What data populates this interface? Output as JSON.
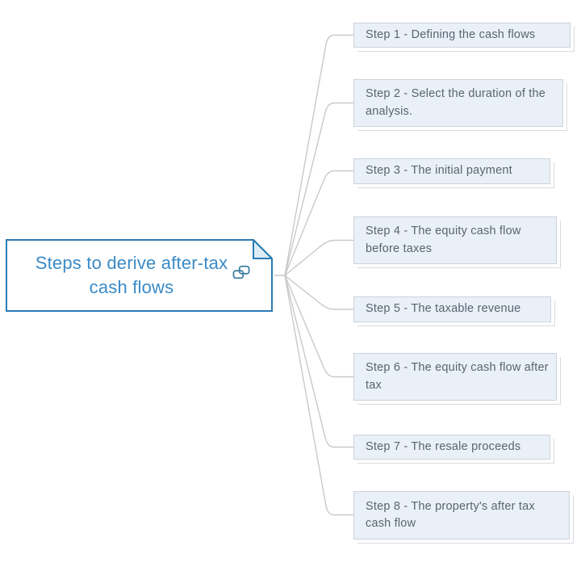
{
  "central_node": {
    "label": "Steps to derive after-tax cash flows",
    "icon": "link-icon"
  },
  "steps": [
    {
      "label": "Step 1 - Defining the cash flows"
    },
    {
      "label": "Step 2 - Select the duration of the analysis."
    },
    {
      "label": "Step 3 - The initial payment"
    },
    {
      "label": "Step 4 - The equity cash flow before taxes"
    },
    {
      "label": "Step 5 - The taxable revenue"
    },
    {
      "label": "Step 6 - The equity cash flow after tax"
    },
    {
      "label": "Step 7 - The resale proceeds"
    },
    {
      "label": "Step 8 - The property's after tax cash flow"
    }
  ],
  "colors": {
    "central_border": "#2a7cb5",
    "central_text": "#3a8ac6",
    "fold_fill": "#ddebf5",
    "step_background": "#eaf0f7",
    "step_border": "#ccd3da",
    "step_text": "#5a6470",
    "connector": "#c9c9c9",
    "link_icon": "#3e7ea0"
  }
}
